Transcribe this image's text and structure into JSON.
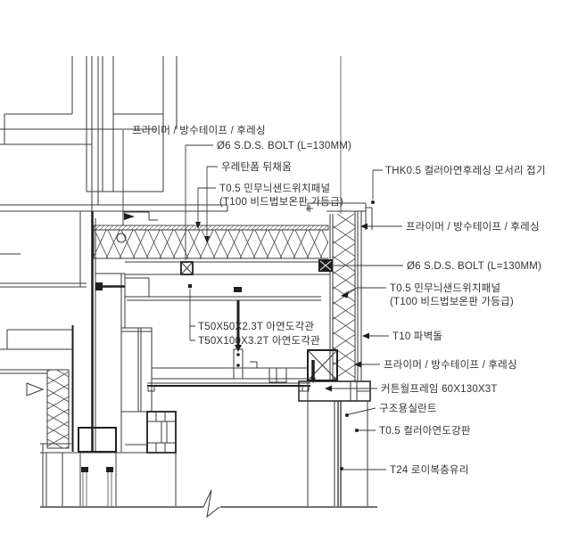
{
  "drawing": {
    "type": "architectural-section-detail",
    "background_color": "#ffffff",
    "line_color": "#3a3a3a",
    "text_color": "#333333",
    "labels": {
      "primer_top": "프라이머 / 방수테이프 / 후레싱",
      "bolt_top": "Ø6 S.D.S. BOLT (L=130MM)",
      "urethane": "우레탄폼 뒤채움",
      "panel_top_1": "T0.5 민무늬샌드위치패널",
      "panel_top_2": "(T100 비드법보온판 가등급)",
      "flashing_corner": "THK0.5 컬러아연후레싱 모서리 접기",
      "primer_right": "프라이머 / 방수테이프 / 후레싱",
      "bolt_right": "Ø6 S.D.S. BOLT (L=130MM)",
      "panel_right_1": "T0.5 민무늬샌드위치패널",
      "panel_right_2": "(T100 비드법보온판 가등급)",
      "brick_tile": "T10 파벽돌",
      "primer_lower": "프라이머 / 방수테이프 / 후레싱",
      "cw_frame": "커튼월프레임 60X130X3T",
      "sealant": "구조용실란트",
      "steel_sheet": "T0.5 컬러아연도강판",
      "glass": "T24 로이복층유리",
      "tube_50": "T50X50X2.3T 아연도각관",
      "tube_100": "T50X100X3.2T 아연도각관"
    }
  }
}
